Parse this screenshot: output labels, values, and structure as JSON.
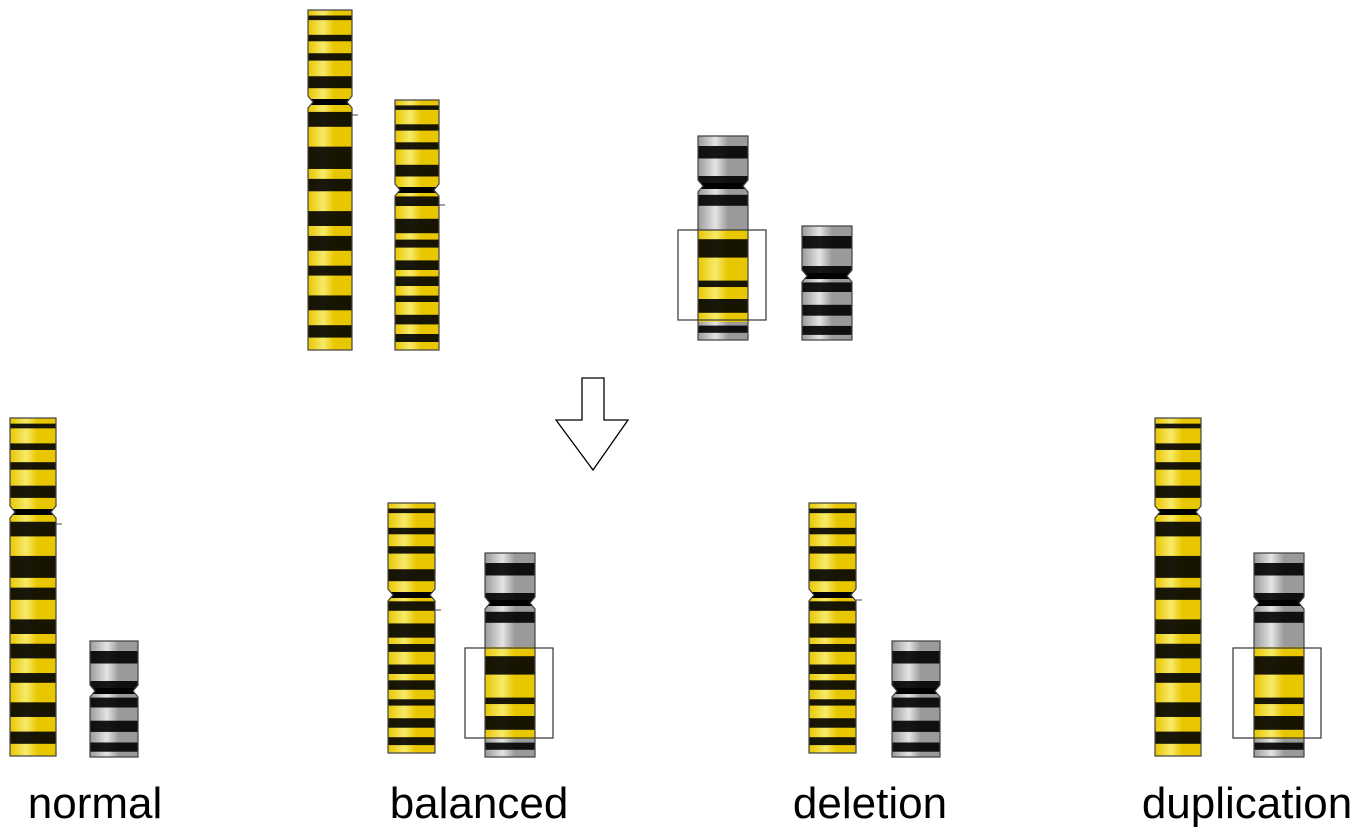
{
  "colors": {
    "yellow_base": "#e8c600",
    "yellow_light": "#f7ea6a",
    "gray_base": "#9a9a9a",
    "gray_light": "#e4e4e4",
    "band_dark": "#000000",
    "outline": "#444444",
    "box": "#333333"
  },
  "labels": {
    "normal": "normal",
    "balanced": "balanced",
    "deletion": "deletion",
    "duplication": "duplication"
  },
  "icons": {
    "arrow": "down-arrow-icon"
  }
}
